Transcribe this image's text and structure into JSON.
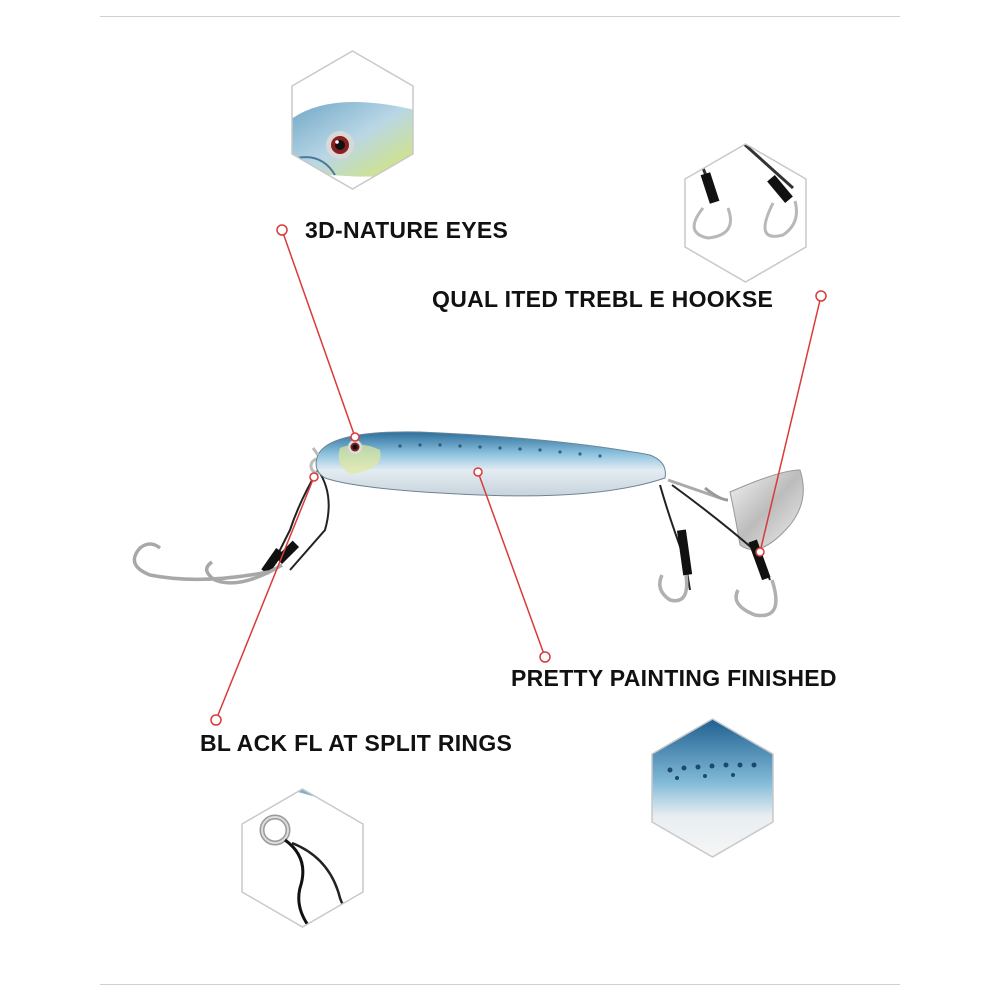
{
  "labels": {
    "eyes": "3D-NATURE EYES",
    "hooks": "QUAL ITED TREBL E HOOKSE",
    "painting": "PRETTY PAINTING FINISHED",
    "rings": "BL ACK FL AT SPLIT RINGS"
  },
  "colors": {
    "callout_line": "#d93a3a",
    "text": "#111111",
    "rule": "#cfcfcf",
    "hex_border": "#c8c8c8"
  },
  "icons": [
    "eye-closeup-icon",
    "hook-closeup-icon",
    "paint-closeup-icon",
    "split-ring-closeup-icon"
  ]
}
